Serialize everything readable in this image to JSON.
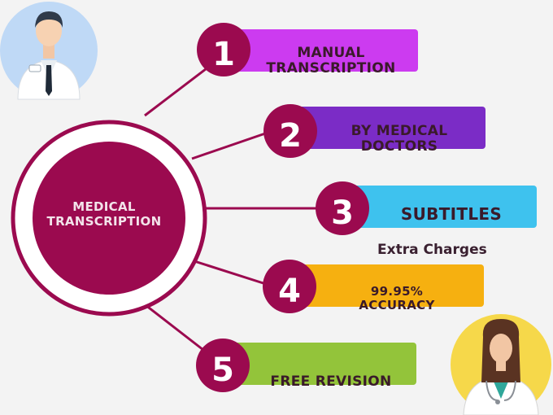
{
  "center": {
    "label": "MEDICAL TRANSCRIPTION"
  },
  "items": [
    {
      "number": "1",
      "label": "MANUAL TRANSCRIPTION",
      "color": "#cc3bf0"
    },
    {
      "number": "2",
      "label": "BY MEDICAL DOCTORS",
      "color": "#7b2cc6"
    },
    {
      "number": "3",
      "label": "SUBTITLES",
      "color": "#3ec2ee"
    },
    {
      "number": "4",
      "label": "99.95% ACCURACY",
      "color": "#f6b010"
    },
    {
      "number": "5",
      "label": "FREE REVISION",
      "color": "#93c43a"
    }
  ],
  "note": "Extra Charges",
  "colors": {
    "accent": "#9b0a4f",
    "connector": "#9b0a4f",
    "background": "#f3f3f3"
  },
  "icons": [
    "male-doctor-avatar",
    "female-doctor-avatar"
  ]
}
